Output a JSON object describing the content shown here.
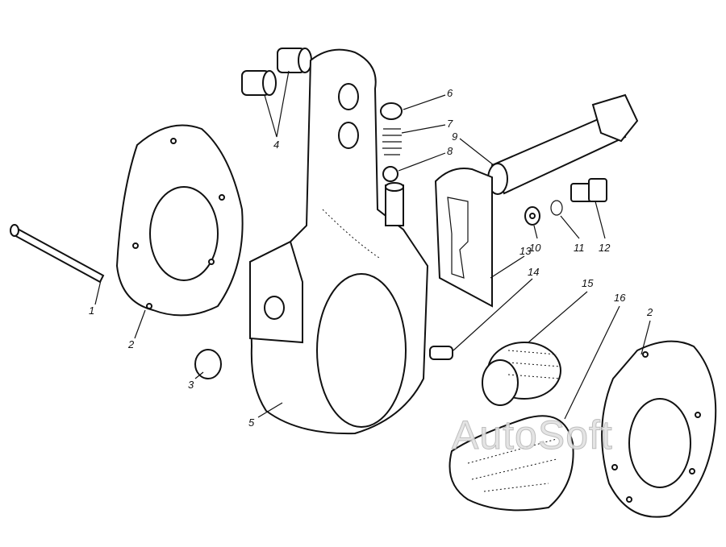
{
  "diagram": {
    "labels": [
      "1",
      "2",
      "3",
      "4",
      "5",
      "6",
      "7",
      "8",
      "9",
      "10",
      "11",
      "12",
      "13",
      "14",
      "15",
      "16",
      "2"
    ],
    "watermark": "AutoSoft"
  }
}
